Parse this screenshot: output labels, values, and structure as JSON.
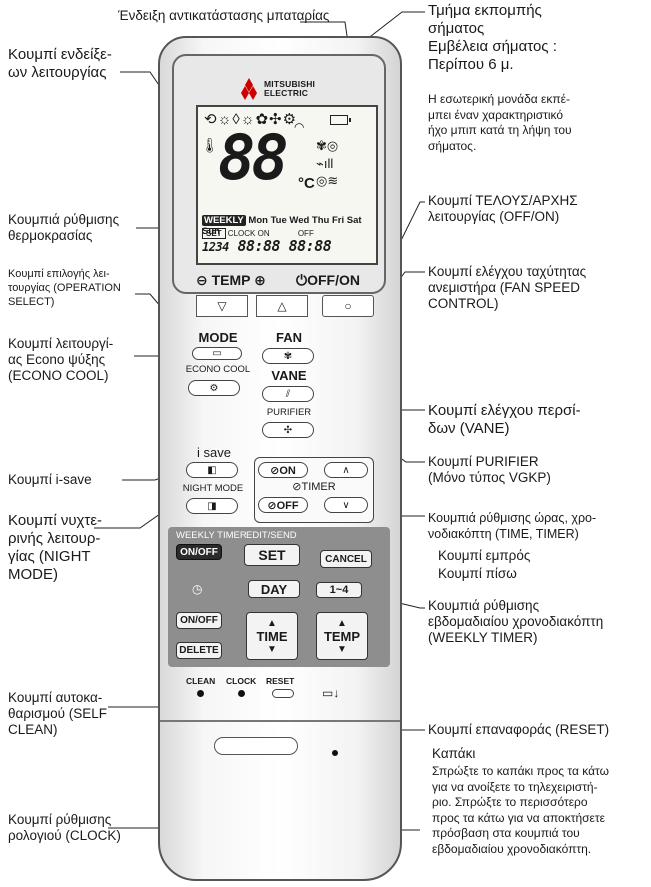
{
  "labels": {
    "battery": "Ένδειξη αντικατάστασης μπαταρίας",
    "transmitter": [
      "Τμήμα εκπομπής",
      "σήματος",
      "Εμβέλεια σήματος :",
      "Περίπου 6 μ."
    ],
    "transmitter_note": [
      "Η εσωτερική μονάδα εκπέ-",
      "μπει έναν χαρακτηριστικό",
      "ήχο μπιπ κατά τη λήψη του",
      "σήματος."
    ],
    "display_button": [
      "Κουμπί ενδείξε-",
      "ων λειτουργίας"
    ],
    "temp_buttons": [
      "Κουμπιά ρύθμισης",
      "θερμοκρασίας"
    ],
    "off_on": [
      "Κουμπί ΤΕΛΟΥΣ/ΑΡΧΗΣ",
      "λειτουργίας (OFF/ON)"
    ],
    "op_select": [
      "Κουμπί επιλογής λει-",
      "τουργίας (OPERATION",
      "SELECT)"
    ],
    "fan_speed": [
      "Κουμπί ελέγχου ταχύτητας",
      "ανεμιστήρα (FAN SPEED",
      "CONTROL)"
    ],
    "econo_cool": [
      "Κουμπί λειτουργί-",
      "ας Econo ψύξης",
      "(ECONO COOL)"
    ],
    "vane": [
      "Κουμπί ελέγχου περσί-",
      "δων (VANE)"
    ],
    "purifier": [
      "Κουμπί PURIFIER",
      "(Μόνο τύπος VGKP)"
    ],
    "i_save": "Κουμπί i-save",
    "night": [
      "Κουμπί νυχτε-",
      "ρινής λειτουρ-",
      "γίας (NIGHT",
      "MODE)"
    ],
    "time_timer": [
      "Κουμπιά ρύθμισης ώρας, χρο-",
      "νοδιακόπτη (TIME, TIMER)"
    ],
    "forward": "Κουμπί εμπρός",
    "back": "Κουμπί πίσω",
    "weekly_timer": [
      "Κουμπιά ρύθμισης",
      "εβδομαδιαίου χρονοδιακόπτη",
      "(WEEKLY TIMER)"
    ],
    "self_clean": [
      "Κουμπί αυτοκα-",
      "θαρισμού (SELF",
      "CLEAN)"
    ],
    "reset": "Κουμπί επαναφοράς (RESET)",
    "lid_title": "Καπάκι",
    "lid_note": [
      "Σπρώξτε το καπάκι προς τα κάτω",
      "για να ανοίξετε το τηλεχειριστή-",
      "ριο. Σπρώξτε το περισσότερο",
      "προς τα κάτω για να αποκτήσετε",
      "πρόσβαση στα κουμπιά του",
      "εβδομαδιαίου χρονοδιακόπτη."
    ],
    "clock": [
      "Κουμπί ρύθμισης",
      "ρολογιού (CLOCK)"
    ]
  },
  "remote": {
    "brand": [
      "MITSUBISHI",
      "ELECTRIC"
    ],
    "lcd": {
      "mode_icons": "⟲☼◊☼✿✣⚙",
      "temp": "88",
      "unit": "°C",
      "weekly_tag": "WEEKLY",
      "days": "Mon Tue Wed Thu Fri Sat Sun",
      "set_tag": "SET",
      "clock_small": "CLOCK",
      "on_small": "ON",
      "off_small": "OFF",
      "prog": "1234",
      "time1": "88:88",
      "time2": "88:88"
    },
    "temp_row": "⊖ TEMP ⊕",
    "offon_row": "⏻OFF/ON",
    "mode": "MODE",
    "econo": "ECONO COOL",
    "fan": "FAN",
    "vane": "VANE",
    "purifier": "PURIFIER",
    "isave": "i save",
    "night": "NIGHT MODE",
    "timer_on": "⊘ON",
    "timer": "⊘TIMER",
    "timer_off": "⊘OFF",
    "weekly_timer": "WEEKLY TIMER",
    "weekly_onoff": "ON/OFF",
    "edit_send": "EDIT/SEND",
    "set": "SET",
    "cancel": "CANCEL",
    "day": "DAY",
    "range": "1~4",
    "onoff": "ON/OFF",
    "delete": "DELETE",
    "time": "TIME",
    "temp": "TEMP",
    "clean": "CLEAN",
    "clock": "CLOCK",
    "reset": "RESET"
  }
}
